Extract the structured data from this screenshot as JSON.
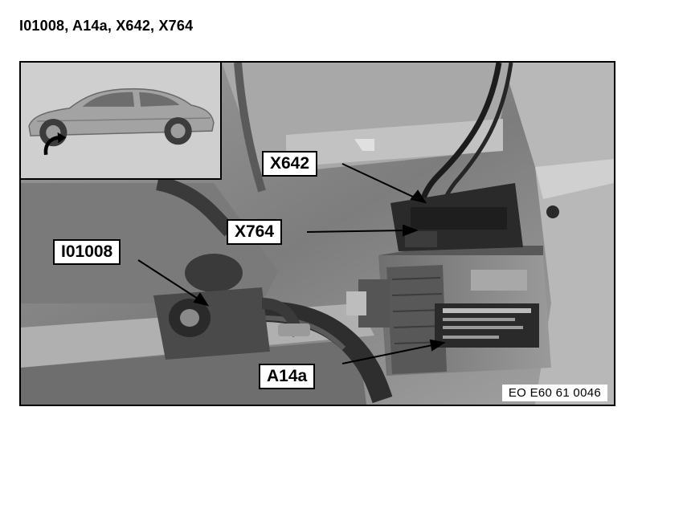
{
  "header": {
    "title": "I01008, A14a, X642, X764"
  },
  "figure": {
    "callouts": {
      "x642": "X642",
      "x764": "X764",
      "i01008": "I01008",
      "a14a": "A14a"
    },
    "code": "EO E60 61 0046"
  },
  "colors": {
    "border": "#000000",
    "label_bg": "#ffffff",
    "photo_tone": "#8a8a8a"
  },
  "icons": [
    "car-side-icon",
    "curved-arrow-icon"
  ]
}
